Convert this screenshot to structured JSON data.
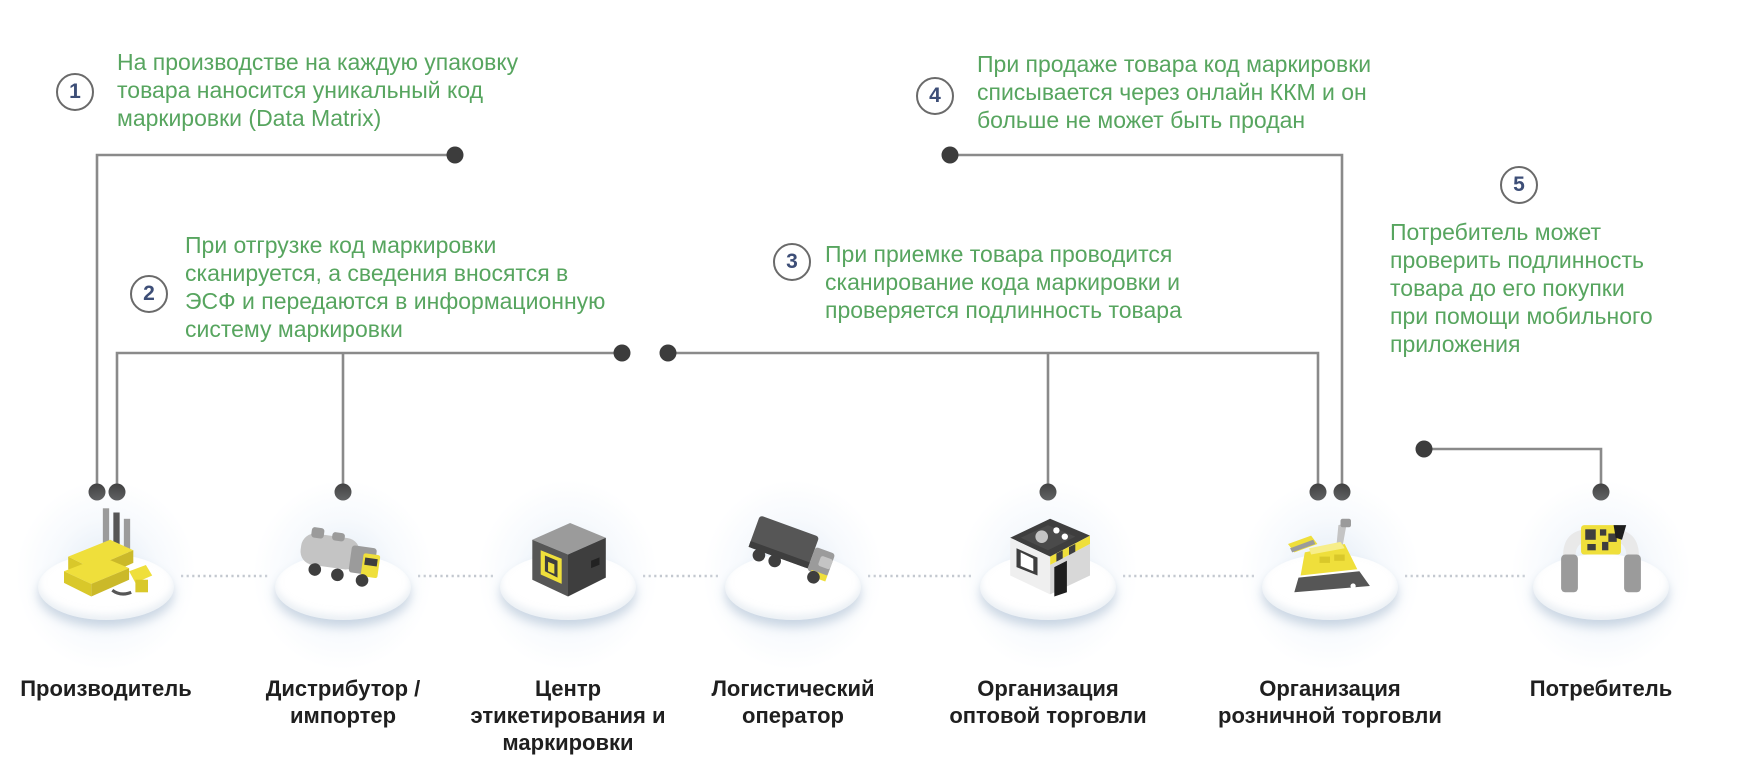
{
  "steps": [
    {
      "number": "1",
      "lines": [
        "На производстве на каждую упаковку",
        "товара наносится уникальный код",
        "маркировки (Data Matrix)"
      ]
    },
    {
      "number": "2",
      "lines": [
        "При отгрузке код маркировки",
        "сканируется, а сведения вносятся в",
        "ЭСФ и передаются в информационную",
        "систему маркировки"
      ]
    },
    {
      "number": "3",
      "lines": [
        "При приемке товара проводится",
        "сканирование кода маркировки и",
        "проверяется подлинность товара"
      ]
    },
    {
      "number": "4",
      "lines": [
        "При продаже товара код маркировки",
        "списывается через онлайн ККМ и он",
        "больше не может быть продан"
      ]
    },
    {
      "number": "5",
      "lines": [
        "Потребитель может",
        "проверить подлинность",
        "товара до его покупки",
        "при помощи мобильного",
        "приложения"
      ]
    }
  ],
  "entities": [
    {
      "icon": "factory-icon",
      "label_lines": [
        "Производитель"
      ]
    },
    {
      "icon": "distributor-truck-icon",
      "label_lines": [
        "Дистрибутор /",
        "импортер"
      ]
    },
    {
      "icon": "labeled-box-icon",
      "label_lines": [
        "Центр",
        "этикетирования и",
        "маркировки"
      ]
    },
    {
      "icon": "semi-truck-icon",
      "label_lines": [
        "Логистический",
        "оператор"
      ]
    },
    {
      "icon": "store-icon",
      "label_lines": [
        "Организация",
        "оптовой торговли"
      ]
    },
    {
      "icon": "cash-register-icon",
      "label_lines": [
        "Организация",
        "розничной торговли"
      ]
    },
    {
      "icon": "scanner-icon",
      "label_lines": [
        "Потребитель"
      ]
    }
  ],
  "colors": {
    "step_text": "#57A55F",
    "connector": "#8A8A8A",
    "dot": "#3C3C3C",
    "label_text": "#1F1F1F",
    "badge_number": "#3D4E77",
    "badge_border": "#6A6A6A",
    "separator": "#C3C8CF",
    "icon_yellow": "#EFDF3B",
    "icon_yellow_dk": "#D9C82A",
    "icon_gray": "#9B9B9B",
    "icon_gray_lt": "#C4C4C4",
    "icon_dark": "#565656",
    "icon_darker": "#3E3E3E"
  }
}
